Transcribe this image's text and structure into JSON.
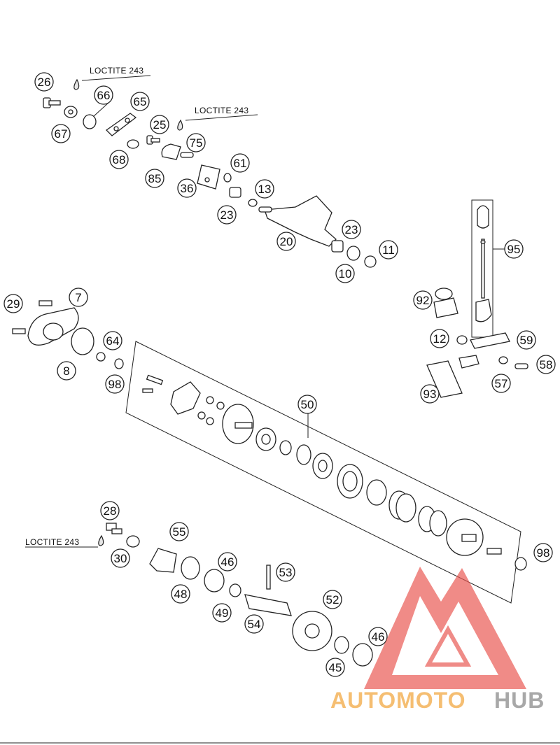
{
  "notes": [
    "LOCTITE 243",
    "LOCTITE 243",
    "LOCTITE 243"
  ],
  "callouts": [
    "26",
    "66",
    "65",
    "67",
    "25",
    "68",
    "75",
    "85",
    "36",
    "61",
    "13",
    "23",
    "20",
    "23",
    "10",
    "11",
    "95",
    "92",
    "12",
    "59",
    "58",
    "57",
    "93",
    "29",
    "7",
    "64",
    "8",
    "98",
    "50",
    "28",
    "55",
    "30",
    "46",
    "48",
    "53",
    "49",
    "54",
    "52",
    "46",
    "45",
    "98"
  ],
  "watermark": {
    "part1": "AUTOMOTO",
    "part2": "HUB",
    "colors": {
      "red": "#e8554f",
      "orange": "#f4b35a",
      "grey": "#9a9a9a"
    }
  }
}
